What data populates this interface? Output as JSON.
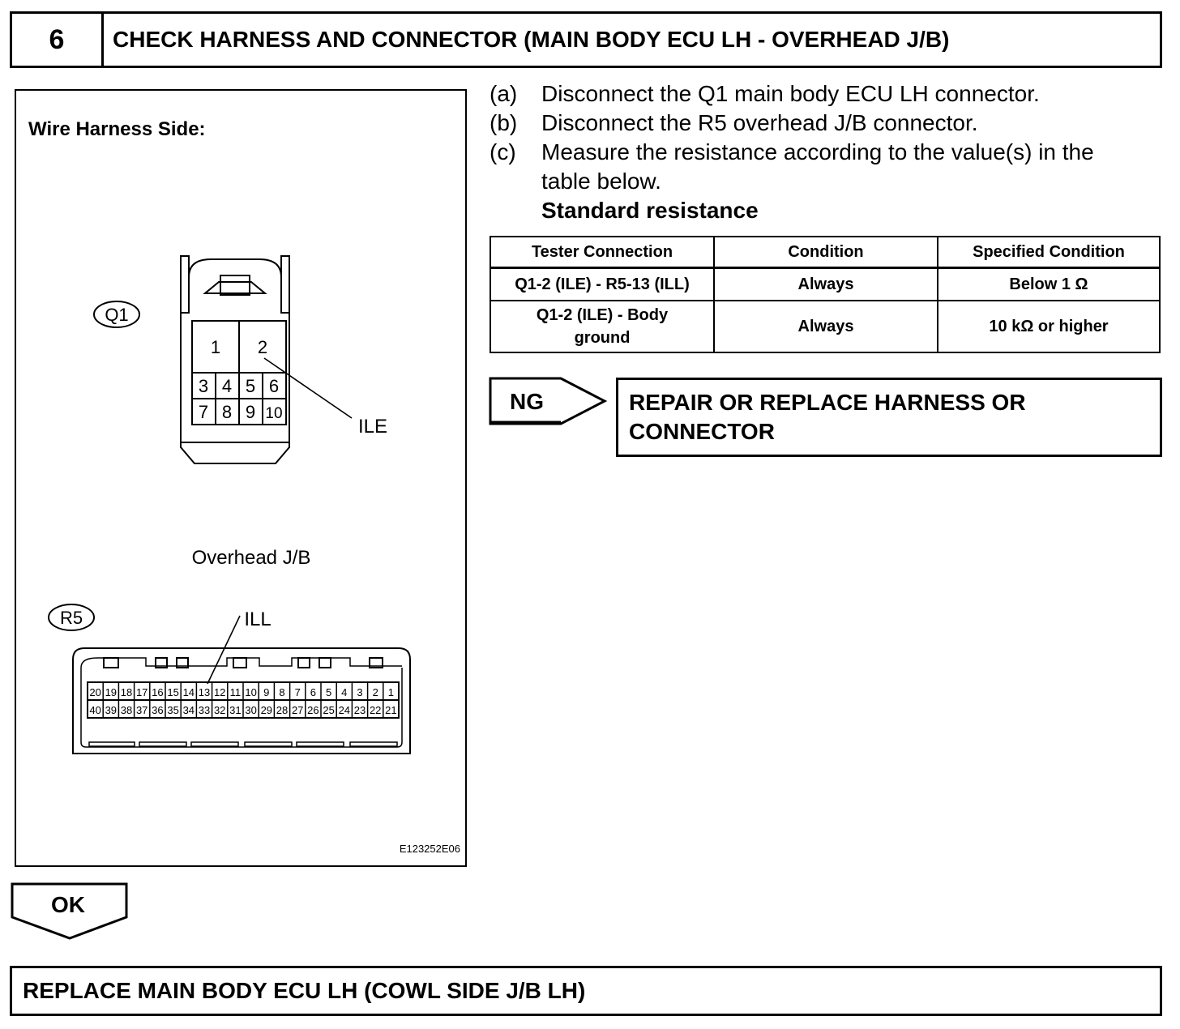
{
  "step": {
    "number": "6",
    "title": "CHECK HARNESS AND CONNECTOR (MAIN BODY ECU LH - OVERHEAD J/B)"
  },
  "figure": {
    "side_label": "Wire Harness Side:",
    "q1": {
      "id": "Q1",
      "pins_top": [
        "1",
        "2"
      ],
      "pins_row2": [
        "3",
        "4",
        "5",
        "6"
      ],
      "pins_row3": [
        "7",
        "8",
        "9",
        "10"
      ],
      "callout": "ILE"
    },
    "r5": {
      "caption": "Overhead J/B",
      "id": "R5",
      "callout": "ILL",
      "pins_top": [
        "20",
        "19",
        "18",
        "17",
        "16",
        "15",
        "14",
        "13",
        "12",
        "11",
        "10",
        "9",
        "8",
        "7",
        "6",
        "5",
        "4",
        "3",
        "2",
        "1"
      ],
      "pins_bottom": [
        "40",
        "39",
        "38",
        "37",
        "36",
        "35",
        "34",
        "33",
        "32",
        "31",
        "30",
        "29",
        "28",
        "27",
        "26",
        "25",
        "24",
        "23",
        "22",
        "21"
      ]
    },
    "code": "E123252E06"
  },
  "instructions": [
    {
      "label": "(a)",
      "text": "Disconnect the Q1 main body ECU LH connector."
    },
    {
      "label": "(b)",
      "text": "Disconnect the R5 overhead J/B connector."
    },
    {
      "label": "(c)",
      "text": "Measure the resistance according to the value(s) in the",
      "text2": "table below."
    }
  ],
  "standard_label": "Standard resistance",
  "table": {
    "headers": [
      "Tester Connection",
      "Condition",
      "Specified Condition"
    ],
    "rows": [
      {
        "connection": "Q1-2 (ILE) - R5-13 (ILL)",
        "condition": "Always",
        "specified": "Below 1 Ω"
      },
      {
        "connection_line1": "Q1-2 (ILE) - Body",
        "connection_line2": "ground",
        "condition": "Always",
        "specified": "10 kΩ or higher"
      }
    ]
  },
  "ng": {
    "label": "NG",
    "line1": "REPAIR OR REPLACE HARNESS OR",
    "line2": "CONNECTOR"
  },
  "ok": {
    "label": "OK",
    "result": "REPLACE MAIN BODY ECU LH (COWL SIDE J/B LH)"
  }
}
